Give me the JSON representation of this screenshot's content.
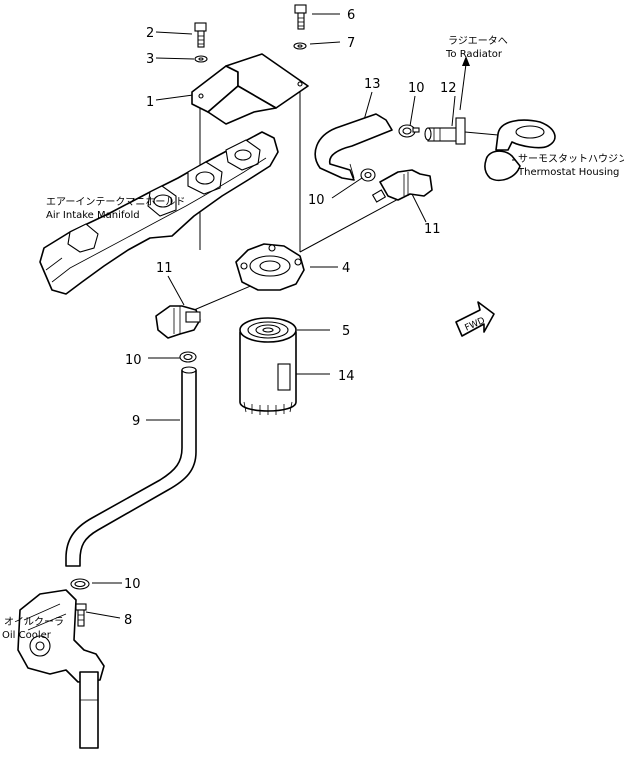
{
  "callouts": {
    "c1": "1",
    "c2": "2",
    "c3": "3",
    "c4": "4",
    "c5": "5",
    "c6": "6",
    "c7": "7",
    "c8": "8",
    "c9": "9",
    "c10a": "10",
    "c10b": "10",
    "c10c": "10",
    "c10d": "10",
    "c11a": "11",
    "c11b": "11",
    "c12": "12",
    "c13": "13",
    "c14": "14"
  },
  "labels": {
    "radiator_jp": "ラジエータへ",
    "radiator_en": "To Radiator",
    "thermostat_jp": "サーモスタットハウジング",
    "thermostat_en": "Thermostat Housing",
    "manifold_jp": "エアーインテークマニホールド",
    "manifold_en": "Air Intake Manifold",
    "cooler_jp": "オイルクーラ",
    "cooler_en": "Oil Cooler",
    "fwd": "FWD"
  }
}
